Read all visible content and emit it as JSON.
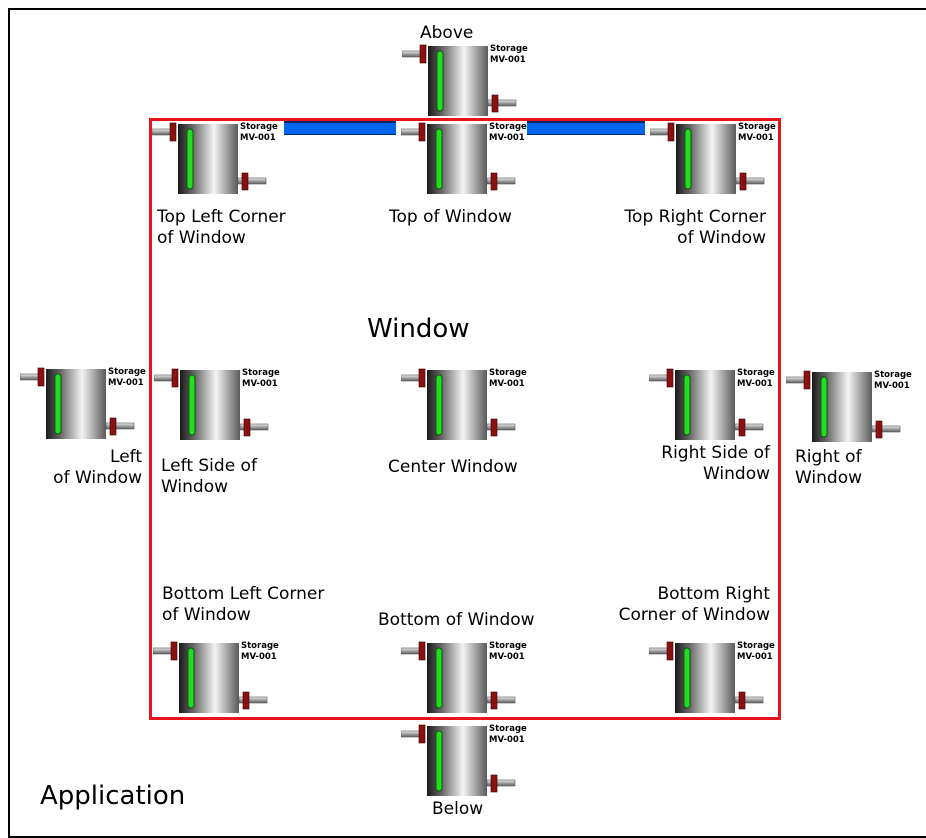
{
  "application": {
    "title": "Application"
  },
  "window": {
    "title": "Window"
  },
  "tank": {
    "name": "Storage",
    "id": "MV-001"
  },
  "colors": {
    "window_border": "#e8141c",
    "connector_bar": "#0066ee",
    "level_indicator": "#22dd22",
    "valve": "#8b1010"
  },
  "positions": {
    "above": {
      "line1": "Above"
    },
    "top_left": {
      "line1": "Top Left Corner",
      "line2": "of Window"
    },
    "top": {
      "line1": "Top of Window"
    },
    "top_right": {
      "line1": "Top Right Corner",
      "line2": "of Window"
    },
    "left_of": {
      "line1": "Left",
      "line2": "of Window"
    },
    "left_side": {
      "line1": "Left Side of",
      "line2": "Window"
    },
    "center": {
      "line1": "Center Window"
    },
    "right_side": {
      "line1": "Right Side of",
      "line2": "Window"
    },
    "right_of": {
      "line1": "Right of",
      "line2": "Window"
    },
    "bottom_left": {
      "line1": "Bottom Left Corner",
      "line2": "of Window"
    },
    "bottom": {
      "line1": "Bottom of Window"
    },
    "bottom_right": {
      "line1": "Bottom Right",
      "line2": "Corner of Window"
    },
    "below": {
      "line1": "Below"
    }
  }
}
